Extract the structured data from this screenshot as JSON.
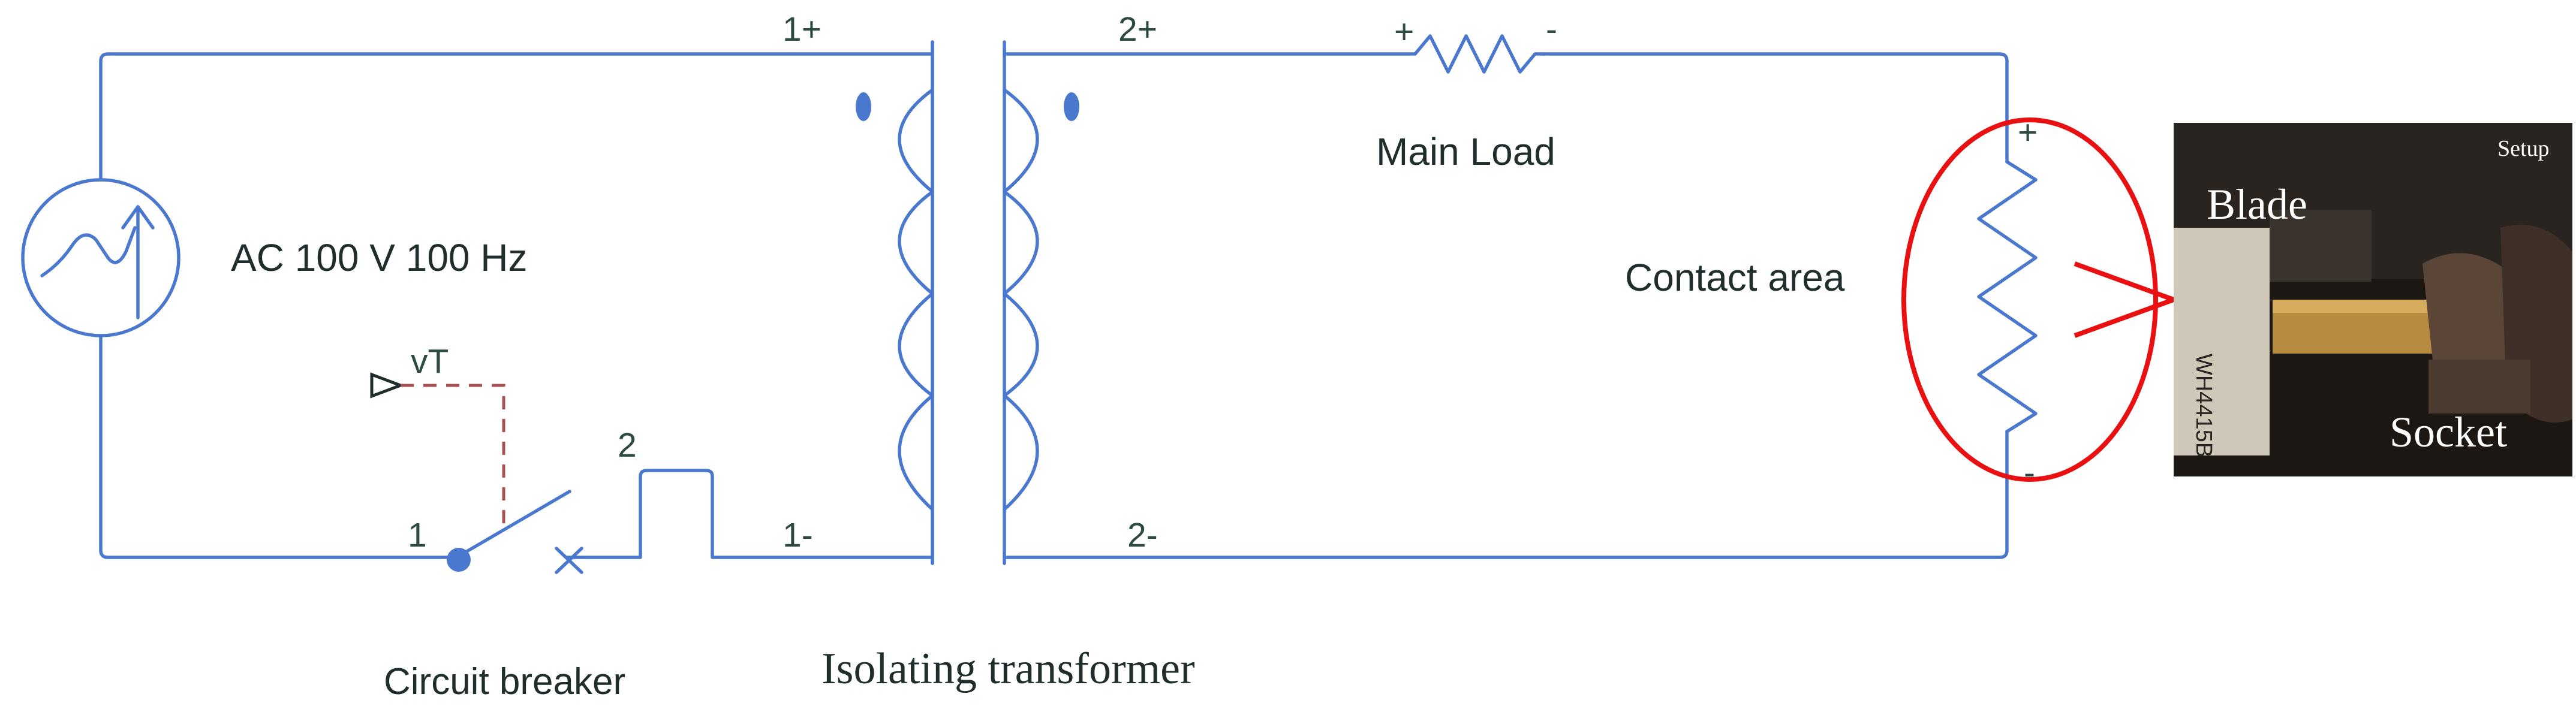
{
  "colors": {
    "wire": "#4a78cf",
    "text": "#1f2d2d",
    "pin_label": "#2e4a44",
    "callout": "#e81010",
    "probe": "#a85050",
    "photo_bg": "#1c1712"
  },
  "source": {
    "icon": "ac-voltage-source-icon",
    "label": "AC 100 V 100 Hz"
  },
  "breaker": {
    "label": "Circuit breaker",
    "pin1": "1",
    "pin2": "2",
    "probe_label": "vT"
  },
  "transformer": {
    "label": "Isolating transformer",
    "pins": [
      "1+",
      "1-",
      "2+",
      "2-"
    ]
  },
  "main_load": {
    "label": "Main Load",
    "plus": "+",
    "minus": "-"
  },
  "contact": {
    "label": "Contact area",
    "plus": "+",
    "minus": "-"
  },
  "photo": {
    "setup_label": "Setup",
    "blade_label": "Blade",
    "socket_label": "Socket",
    "marking": "WH4415B"
  }
}
